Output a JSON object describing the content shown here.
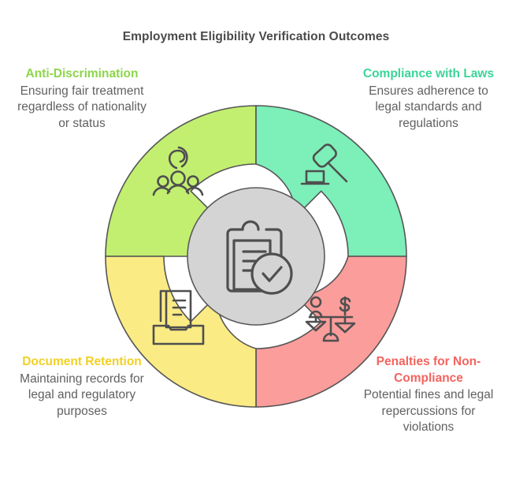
{
  "header": {
    "title": "Employment Eligibility Verification Outcomes"
  },
  "center": {
    "icon": "clipboard-check-icon",
    "fill": "#d4d4d4",
    "stroke": "#5a5a5a"
  },
  "segments": [
    {
      "id": "anti-discrimination",
      "position": "top-left",
      "title": "Anti-Discrimination",
      "description": "Ensuring fair treatment regardless of nationality or status",
      "color": "#c2ef70",
      "title_color": "#8cd64a",
      "icon": "group-of-people-icon"
    },
    {
      "id": "compliance-with-laws",
      "position": "top-right",
      "title": "Compliance with Laws",
      "description": "Ensures adherence to legal standards and regulations",
      "color": "#7defb9",
      "title_color": "#3ad598",
      "icon": "gavel-icon"
    },
    {
      "id": "document-retention",
      "position": "bottom-left",
      "title": "Document Retention",
      "description": "Maintaining records for legal and regulatory purposes",
      "color": "#fbeb84",
      "title_color": "#f2d024",
      "icon": "document-tray-icon"
    },
    {
      "id": "penalties-for-non-compliance",
      "position": "bottom-right",
      "title": "Penalties for Non-Compliance",
      "description": "Potential fines and legal repercussions for violations",
      "color": "#fb9d9b",
      "title_color": "#f4635e",
      "icon": "scales-of-justice-icon"
    }
  ]
}
